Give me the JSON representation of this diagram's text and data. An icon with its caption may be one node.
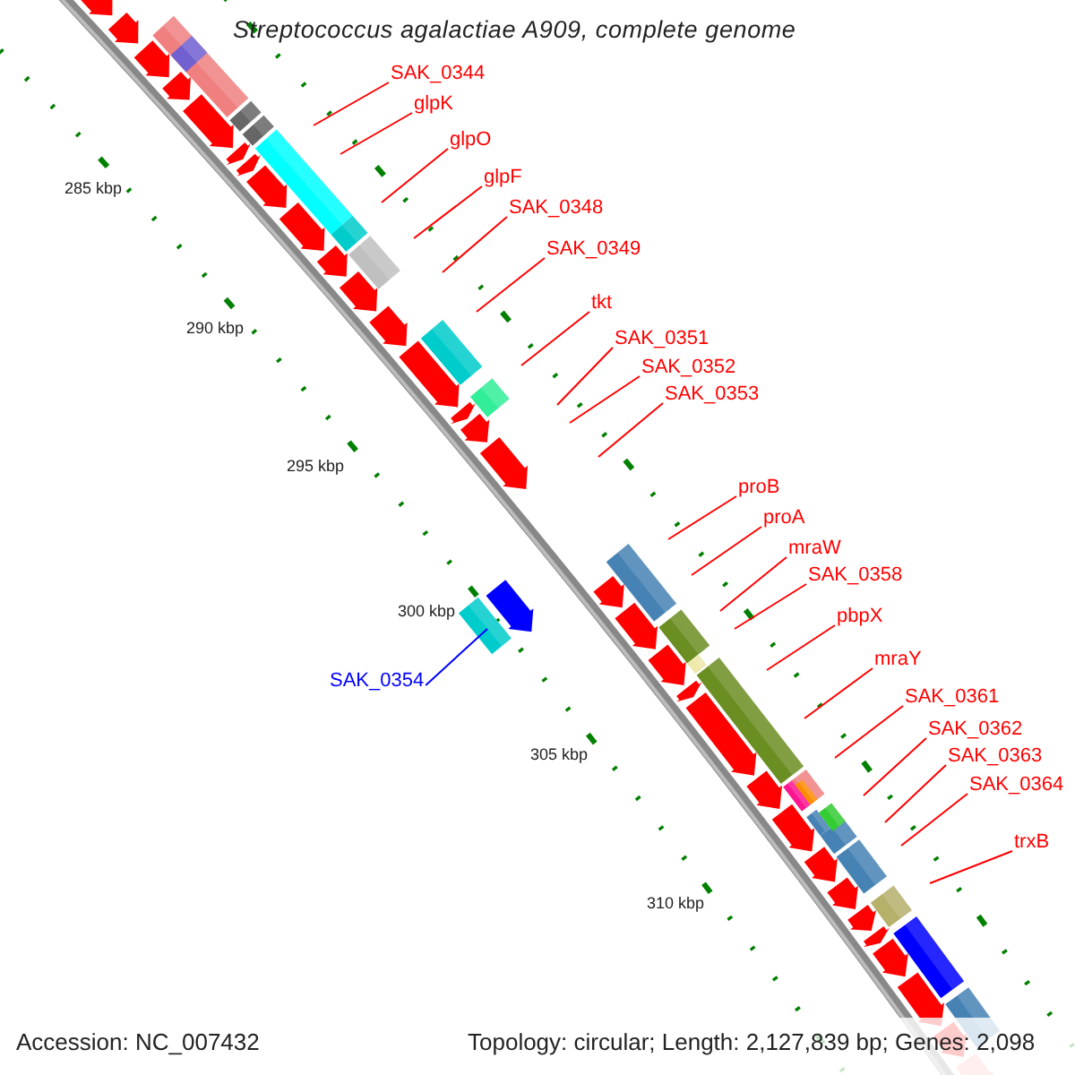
{
  "diagram": {
    "title": "Streptococcus agalactiae A909, complete genome",
    "nodes": [
      {
        "text": [
          "SAK_0344"
        ]
      },
      {
        "text": [
          "glpK"
        ]
      },
      {
        "text": [
          "glpO"
        ]
      },
      {
        "text": [
          "glpF"
        ]
      },
      {
        "text": [
          "SAK_0348"
        ]
      },
      {
        "text": [
          "SAK_0349"
        ]
      },
      {
        "text": [
          "tkt"
        ]
      },
      {
        "text": [
          "SAK_0351"
        ]
      },
      {
        "text": [
          "SAK_0352"
        ]
      },
      {
        "text": [
          "SAK_0353"
        ]
      },
      {
        "text": [
          "proB"
        ]
      },
      {
        "text": [
          "proA"
        ]
      },
      {
        "text": [
          "mraW"
        ]
      },
      {
        "text": [
          "SAK_0358"
        ]
      },
      {
        "text": [
          "pbpX"
        ]
      },
      {
        "text": [
          "mraY"
        ]
      },
      {
        "text": [
          "SAK_0354"
        ]
      },
      {
        "text": [
          "SAK_0361"
        ]
      },
      {
        "text": [
          "SAK_0362"
        ]
      },
      {
        "text": [
          "SAK_0363"
        ]
      },
      {
        "text": [
          "SAK_0364"
        ]
      },
      {
        "text": [
          "trxB"
        ]
      }
    ],
    "edges": [
      {
        "from": 0,
        "to": null,
        "arrow": "none"
      },
      {
        "from": 1,
        "to": null,
        "arrow": "none"
      },
      {
        "from": 2,
        "to": null,
        "arrow": "none"
      },
      {
        "from": 3,
        "to": null,
        "arrow": "none"
      },
      {
        "from": 4,
        "to": null,
        "arrow": "none"
      },
      {
        "from": 5,
        "to": null,
        "arrow": "none"
      },
      {
        "from": 6,
        "to": null,
        "arrow": "none"
      },
      {
        "from": 7,
        "to": null,
        "arrow": "none"
      },
      {
        "from": 8,
        "to": null,
        "arrow": "none"
      },
      {
        "from": 9,
        "to": null,
        "arrow": "none"
      },
      {
        "from": 10,
        "to": null,
        "arrow": "none"
      },
      {
        "from": 11,
        "to": null,
        "arrow": "none"
      },
      {
        "from": 12,
        "to": null,
        "arrow": "none"
      },
      {
        "from": 13,
        "to": null,
        "arrow": "none"
      },
      {
        "from": 14,
        "to": null,
        "arrow": "none"
      },
      {
        "from": 15,
        "to": null,
        "arrow": "none"
      },
      {
        "from": 16,
        "to": null,
        "arrow": "none",
        "color": "#0000ff"
      },
      {
        "from": 17,
        "to": null,
        "arrow": "none"
      },
      {
        "from": 18,
        "to": null,
        "arrow": "none"
      },
      {
        "from": 19,
        "to": null,
        "arrow": "none"
      },
      {
        "from": 20,
        "to": null,
        "arrow": "none"
      },
      {
        "from": 21,
        "to": null,
        "arrow": "none"
      }
    ],
    "labels": [
      "285 kbp",
      "290 kbp",
      "295 kbp",
      "300 kbp",
      "305 kbp",
      "310 kbp",
      "Accession: NC_007432",
      "Topology: circular; Length: 2,127,839 bp; Genes: 2,098"
    ]
  }
}
